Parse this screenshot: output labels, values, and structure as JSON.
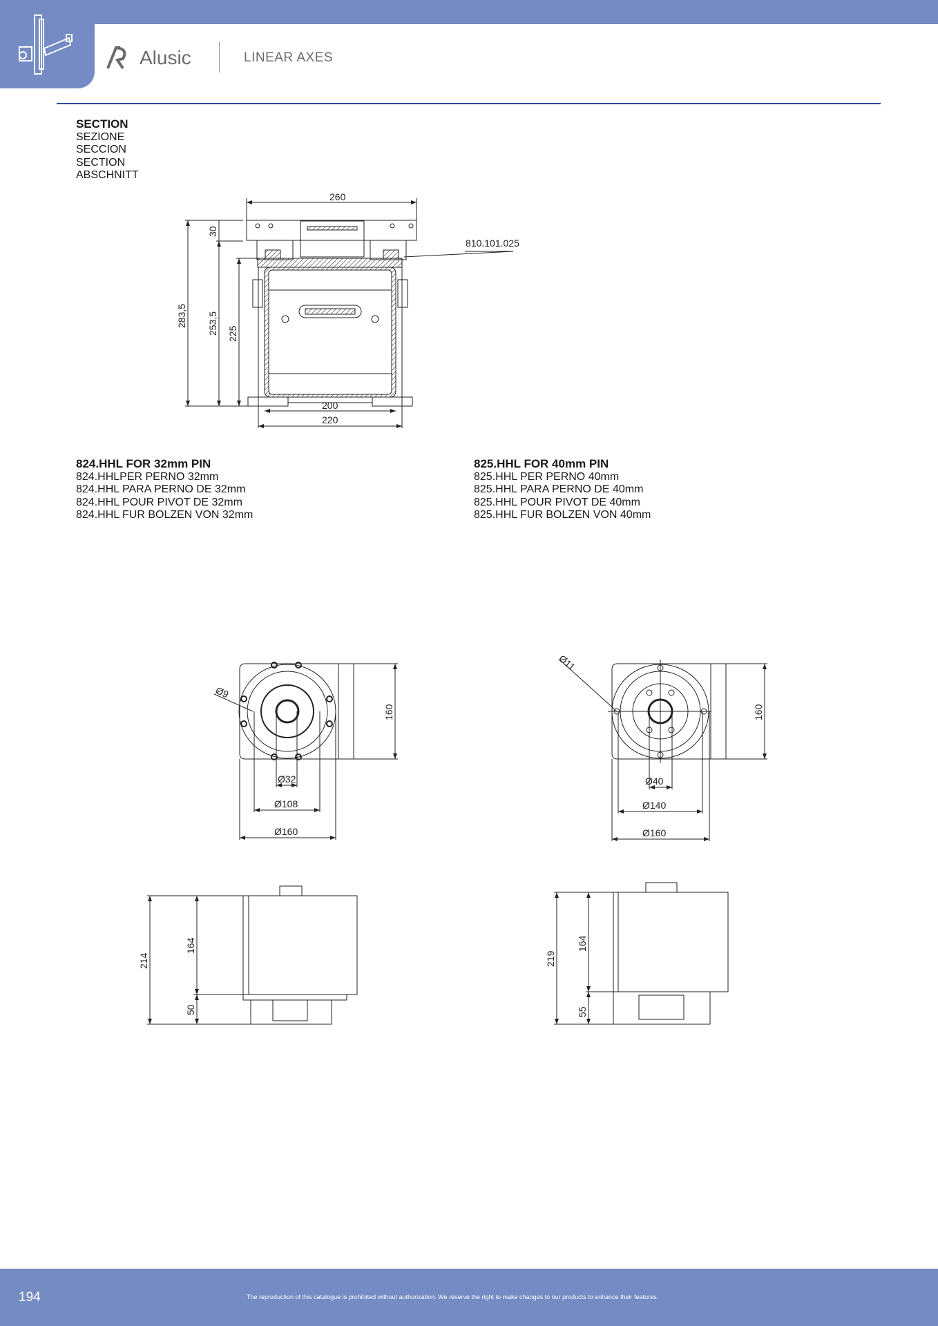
{
  "header": {
    "brand": "Alusic",
    "section": "LINEAR AXES",
    "icon": "linear-axis-icon",
    "brand_color": "#748bc4",
    "rule_color": "#2e4a9a"
  },
  "section_block": {
    "title": "SECTION",
    "lines": [
      "SEZIONE",
      "SECCION",
      "SECTION",
      "ABSCHNITT"
    ]
  },
  "section_drawing": {
    "dims": {
      "width_top": "260",
      "h_total": "283,5",
      "h_253": "253,5",
      "h_225": "225",
      "h_30": "30",
      "w_200": "200",
      "w_220": "220"
    },
    "part_ref": "810.101.025"
  },
  "products": [
    {
      "title": "824.HHL FOR 32mm PIN",
      "lines": [
        "824.HHLPER PERNO 32mm",
        "824.HHL PARA PERNO DE 32mm",
        "824.HHL POUR PIVOT DE 32mm",
        "824.HHL FUR BOLZEN VON 32mm"
      ],
      "front": {
        "hole": "Ø9",
        "bore": "Ø32",
        "pcd": "Ø108",
        "outer": "Ø160",
        "height": "160"
      },
      "side": {
        "total": "214",
        "body": "164",
        "base": "50"
      }
    },
    {
      "title": "825.HHL FOR 40mm PIN",
      "lines": [
        "825.HHL PER PERNO 40mm",
        "825.HHL PARA PERNO DE 40mm",
        "825.HHL POUR PIVOT DE 40mm",
        "825.HHL FUR BOLZEN VON 40mm"
      ],
      "front": {
        "hole": "Ø11",
        "bore": "Ø40",
        "pcd": "Ø140",
        "outer": "Ø160",
        "height": "160"
      },
      "side": {
        "total": "219",
        "body": "164",
        "base": "55"
      }
    }
  ],
  "footer": {
    "page": "194",
    "legal": "The reproduction of this catalogue is prohibited without authorization. We reserve the right to make changes to our products to enhance their features."
  }
}
